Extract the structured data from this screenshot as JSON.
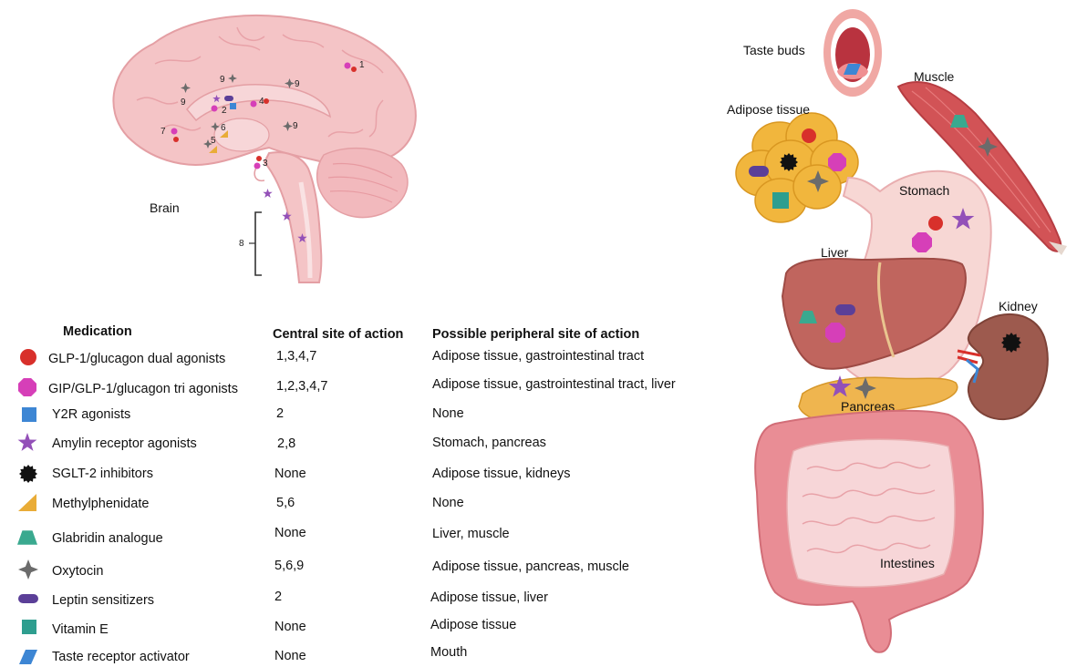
{
  "organs": {
    "brain": "Brain",
    "taste_buds": "Taste buds",
    "muscle": "Muscle",
    "adipose": "Adipose tissue",
    "stomach": "Stomach",
    "liver": "Liver",
    "kidney": "Kidney",
    "pancreas": "Pancreas",
    "intestines": "Intestines"
  },
  "brain_sites": [
    "1",
    "2",
    "3",
    "4",
    "5",
    "6",
    "7",
    "8",
    "9"
  ],
  "table": {
    "headers": {
      "medication": "Medication",
      "central": "Central site of action",
      "peripheral": "Possible peripheral  site of action"
    },
    "rows": [
      {
        "icon": "red-circle-icon",
        "color": "#d8302b",
        "name": "GLP-1/glucagon dual agonists",
        "central": "1,3,4,7",
        "peripheral": "Adipose tissue, gastrointestinal tract"
      },
      {
        "icon": "magenta-octagon-icon",
        "color": "#d63fb8",
        "name": "GIP/GLP-1/glucagon tri agonists",
        "central": "1,2,3,4,7",
        "peripheral": "Adipose tissue, gastrointestinal tract, liver"
      },
      {
        "icon": "blue-square-icon",
        "color": "#3d86d4",
        "name": "Y2R agonists",
        "central": "2",
        "peripheral": "None"
      },
      {
        "icon": "purple-star-icon",
        "color": "#9350b8",
        "name": "Amylin receptor agonists",
        "central": "2,8",
        "peripheral": "Stomach, pancreas"
      },
      {
        "icon": "black-burst-icon",
        "color": "#111111",
        "name": "SGLT-2 inhibitors",
        "central": "None",
        "peripheral": "Adipose tissue, kidneys"
      },
      {
        "icon": "orange-wedge-icon",
        "color": "#e9ac37",
        "name": "Methylphenidate",
        "central": "5,6",
        "peripheral": "None"
      },
      {
        "icon": "teal-trapezoid-icon",
        "color": "#3aa98f",
        "name": "Glabridin analogue",
        "central": "None",
        "peripheral": "Liver, muscle"
      },
      {
        "icon": "gray-four-point-star-icon",
        "color": "#6b6b6b",
        "name": "Oxytocin",
        "central": "5,6,9",
        "peripheral": "Adipose tissue, pancreas, muscle"
      },
      {
        "icon": "purple-pill-icon",
        "color": "#5b3f98",
        "name": "Leptin sensitizers",
        "central": "2",
        "peripheral": "Adipose tissue, liver"
      },
      {
        "icon": "teal-square-icon",
        "color": "#2e9e8f",
        "name": "Vitamin E",
        "central": "None",
        "peripheral": "Adipose tissue"
      },
      {
        "icon": "blue-parallelogram-icon",
        "color": "#3d86d4",
        "name": "Taste receptor activator",
        "central": "None",
        "peripheral": "Mouth"
      }
    ]
  }
}
